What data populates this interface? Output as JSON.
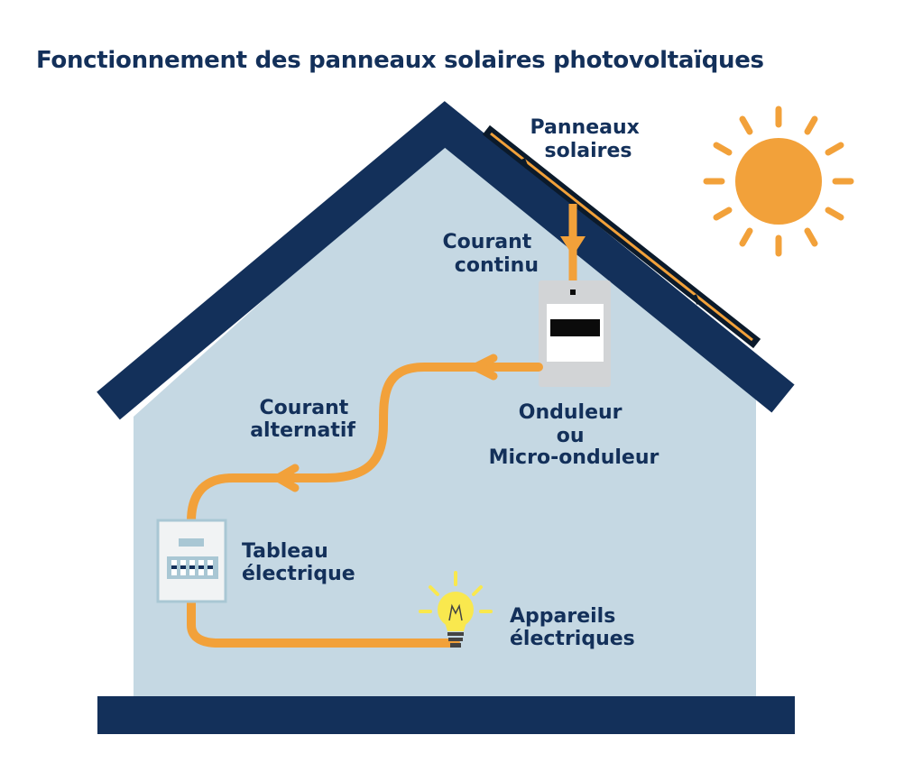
{
  "title": "Fonctionnement des panneaux solaires photovoltaïques",
  "labels": {
    "panels": [
      "Panneaux",
      "solaires"
    ],
    "dc": [
      "Courant",
      "continu"
    ],
    "inverter": [
      "Onduleur",
      "ou",
      "Micro-onduleur"
    ],
    "ac": [
      "Courant",
      "alternatif"
    ],
    "panel_board": [
      "Tableau",
      "électrique"
    ],
    "appliances": [
      "Appareils",
      "électriques"
    ]
  },
  "colors": {
    "navy": "#13305a",
    "wall": "#c5d8e3",
    "orange": "#f2a13a",
    "sun": "#f2a13a",
    "bulb": "#f9e84e"
  },
  "icons": {
    "sun": "sun-icon",
    "bulb": "lightbulb-icon",
    "inverter": "inverter-icon",
    "breaker_box": "breaker-box-icon"
  }
}
